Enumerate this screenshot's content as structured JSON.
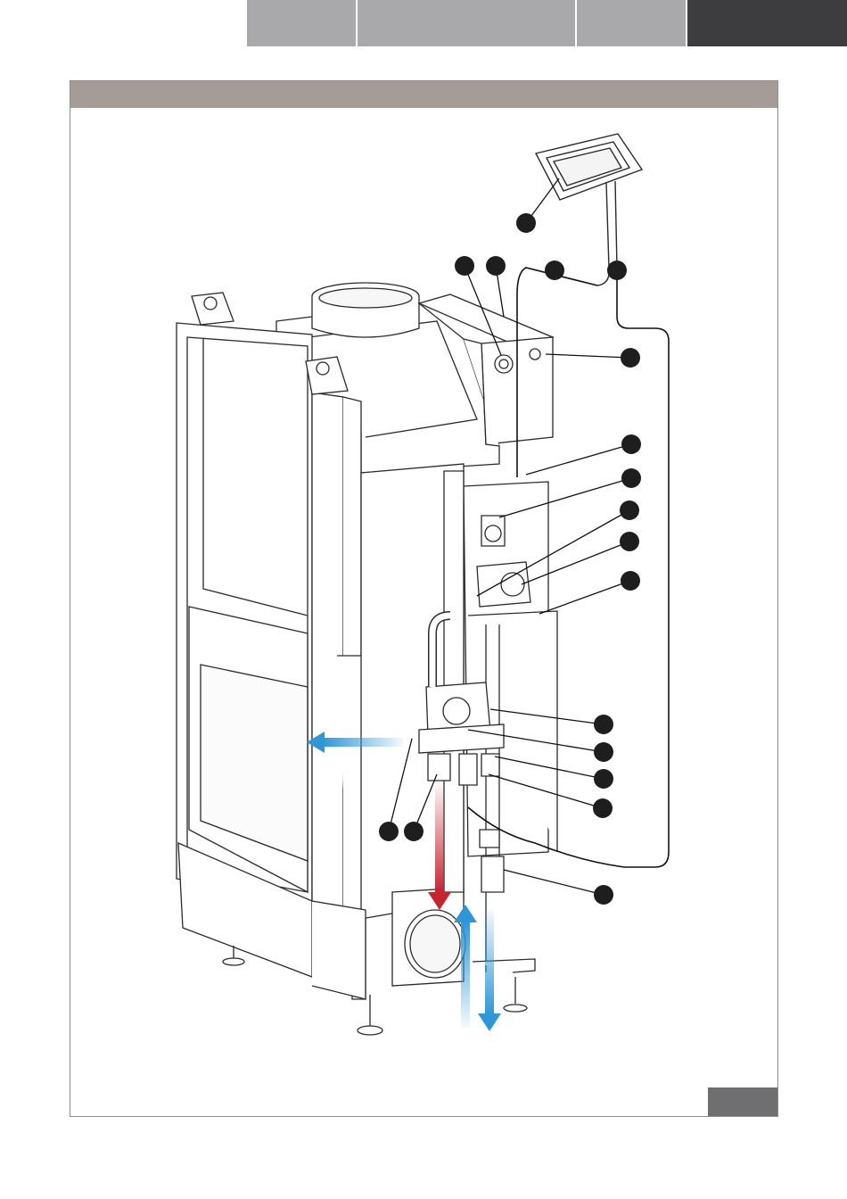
{
  "colors": {
    "tab_light": "#a9a9ab",
    "tab_dark": "#3d3d3f",
    "title_bar": "#a59c97",
    "frame_border": "#8c8c8c",
    "corner_tab": "#6f6f71",
    "callout_fill": "#1e1e1e",
    "leader_line": "#111111",
    "hot_arrow": "#c4232f",
    "cold_arrow": "#2e97d8",
    "outline": "#2a2a2a"
  },
  "header": {
    "tabs": [
      {
        "label": "",
        "style": "light"
      },
      {
        "label": "",
        "style": "light"
      },
      {
        "label": "",
        "style": "light"
      },
      {
        "label": "",
        "style": "dark"
      }
    ]
  },
  "section": {
    "title": ""
  },
  "page_number": "",
  "diagram": {
    "callouts": [
      {
        "label": ""
      },
      {
        "label": ""
      },
      {
        "label": ""
      },
      {
        "label": ""
      },
      {
        "label": ""
      },
      {
        "label": ""
      },
      {
        "label": ""
      },
      {
        "label": ""
      },
      {
        "label": ""
      },
      {
        "label": ""
      },
      {
        "label": ""
      },
      {
        "label": ""
      },
      {
        "label": ""
      },
      {
        "label": ""
      },
      {
        "label": ""
      },
      {
        "label": ""
      },
      {
        "label": ""
      },
      {
        "label": ""
      }
    ],
    "flow_arrows": [
      {
        "kind": "hot-outlet",
        "color": "hot_arrow"
      },
      {
        "kind": "cold-return",
        "color": "cold_arrow"
      },
      {
        "kind": "cold-inlet",
        "color": "cold_arrow"
      },
      {
        "kind": "cold-side-outlet",
        "color": "cold_arrow"
      }
    ],
    "icons": [
      "control-panel-icon",
      "stove-icon",
      "flue-collar-icon",
      "expansion-tank-icon",
      "circulation-pump-icon",
      "valve-icon"
    ]
  }
}
